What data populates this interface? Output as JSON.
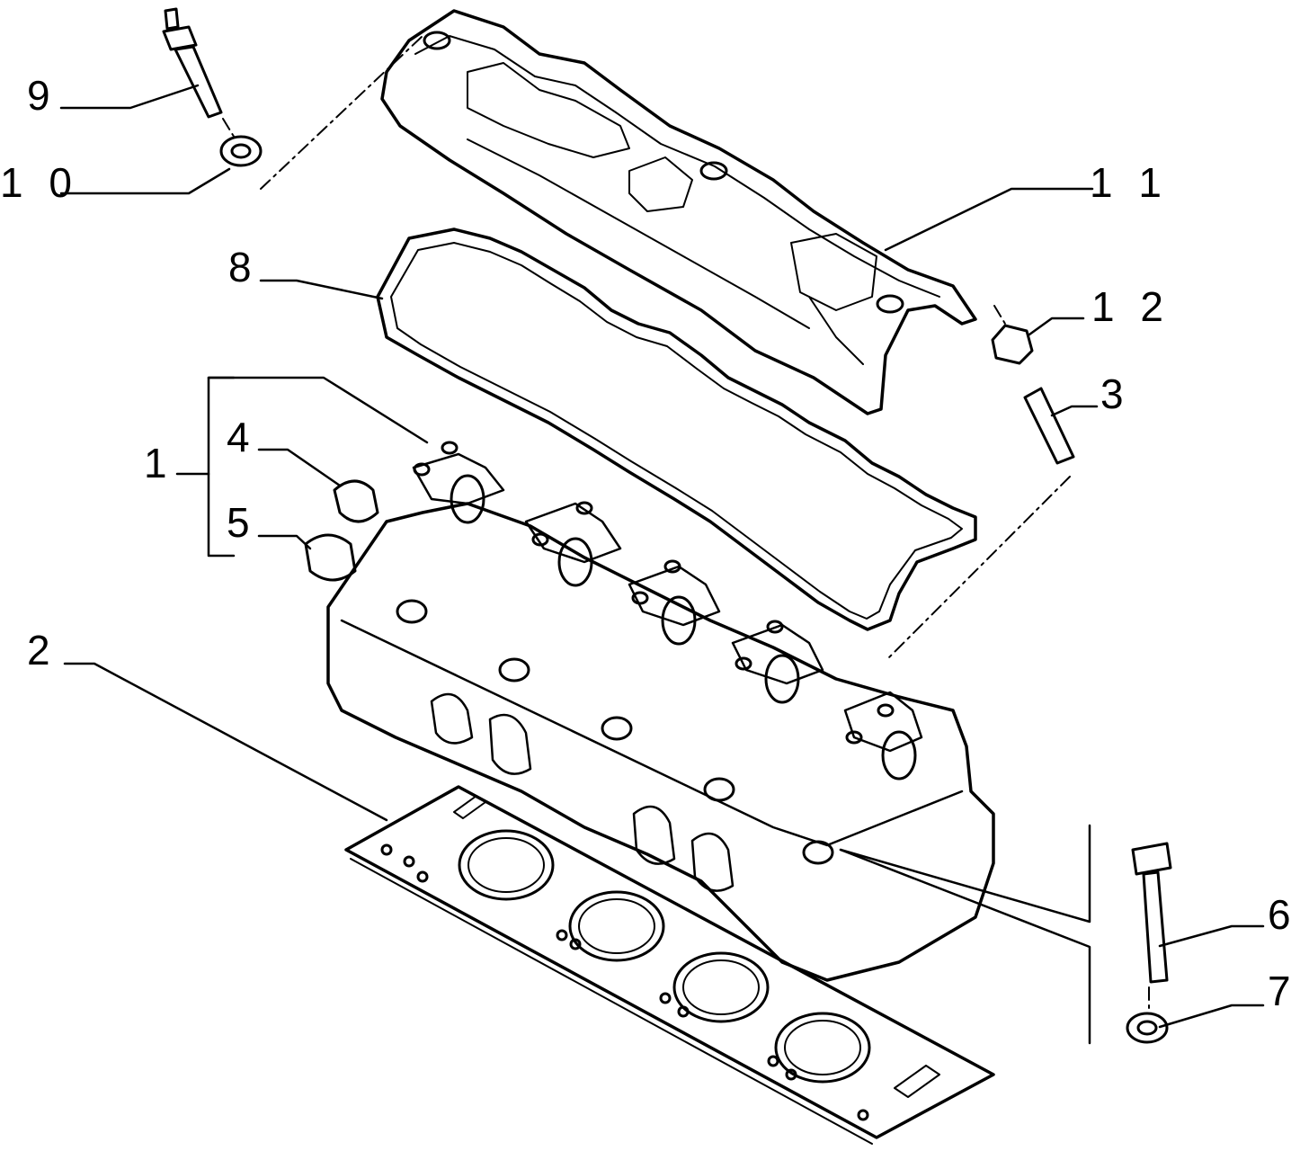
{
  "callouts": {
    "c1": "1",
    "c2": "2",
    "c3": "3",
    "c4": "4",
    "c5": "5",
    "c6": "6",
    "c7": "7",
    "c8": "8",
    "c9": "9",
    "c10": "1 0",
    "c11": "1 1",
    "c12": "1 2"
  },
  "style": {
    "line_color": "#000000",
    "background": "#ffffff"
  }
}
